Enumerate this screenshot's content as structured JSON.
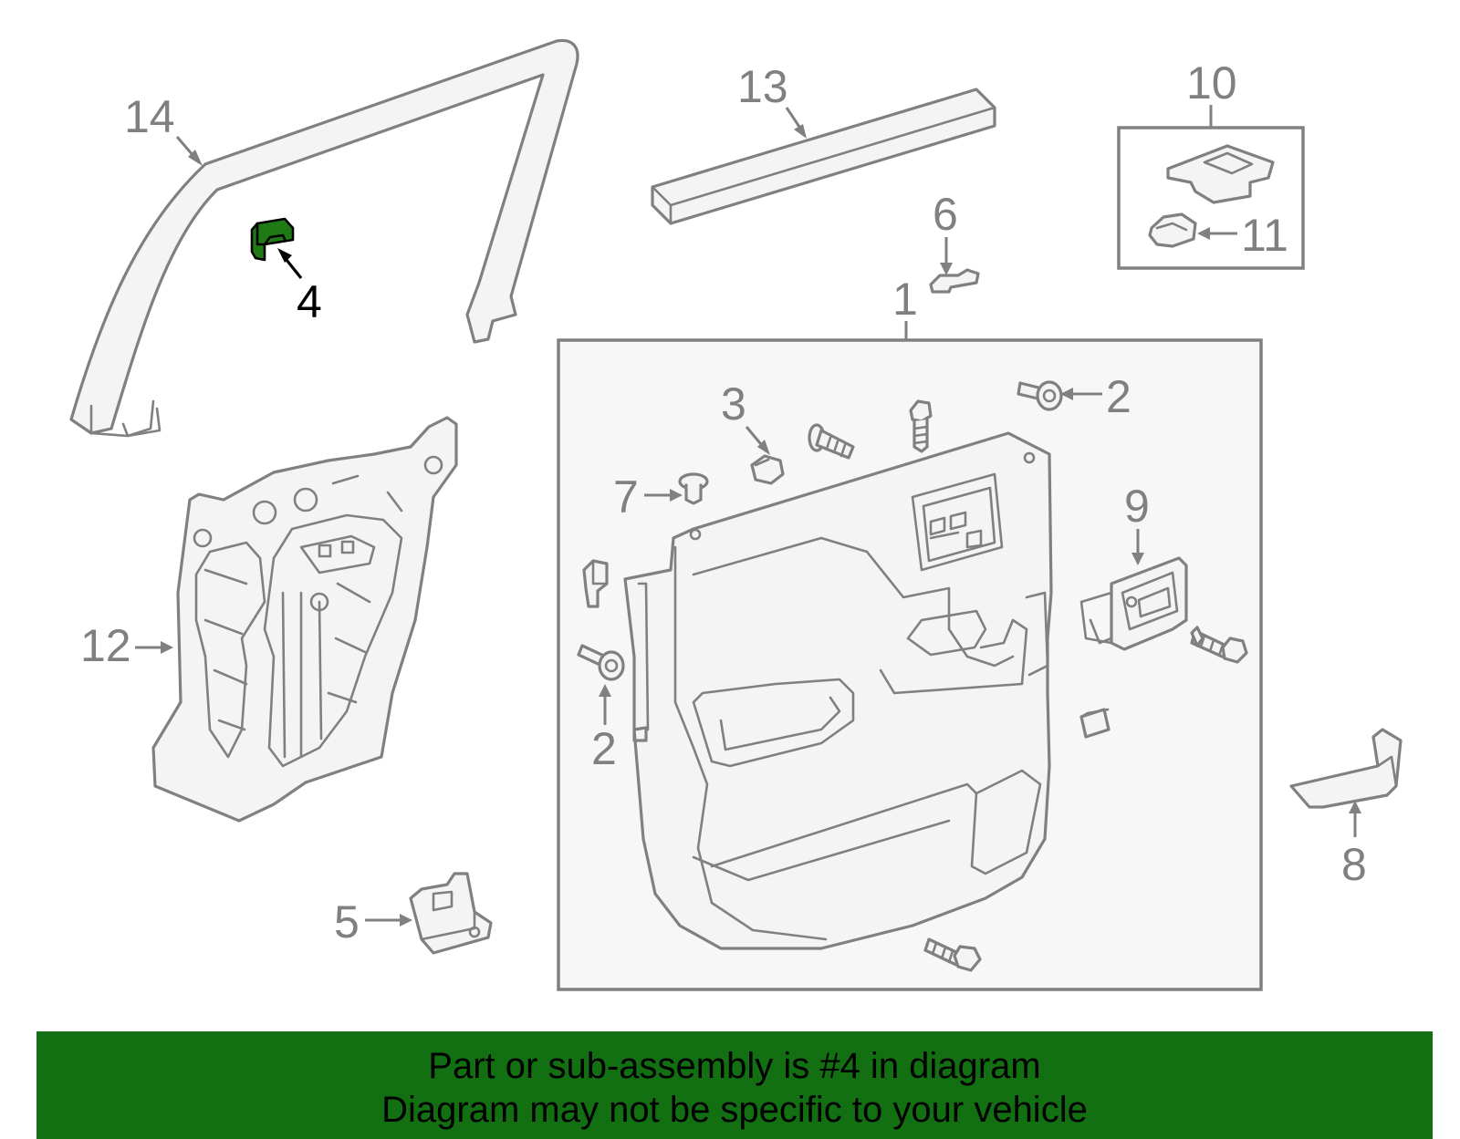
{
  "callouts": {
    "c1": "1",
    "c2a": "2",
    "c2b": "2",
    "c3": "3",
    "c4": "4",
    "c5": "5",
    "c6": "6",
    "c7": "7",
    "c8": "8",
    "c9": "9",
    "c10": "10",
    "c11": "11",
    "c12": "12",
    "c13": "13",
    "c14": "14"
  },
  "highlighted_part": "4",
  "colors": {
    "highlight": "#1f7a16",
    "banner": "#137012",
    "line": "#808080"
  },
  "banner": {
    "line1": "Part or sub-assembly is #4 in diagram",
    "line2": "Diagram may not be specific to your vehicle"
  }
}
